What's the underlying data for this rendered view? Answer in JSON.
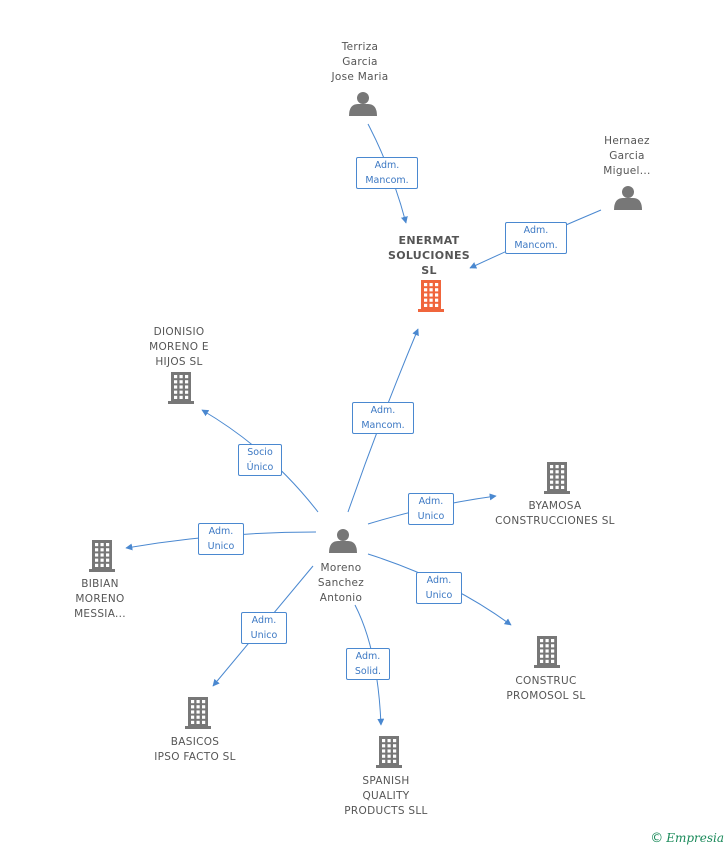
{
  "colors": {
    "edge": "#4a88d0",
    "person": "#777777",
    "company": "#777777",
    "main_company": "#f0653c",
    "label_border": "#4a88d0"
  },
  "nodes": [
    {
      "id": "terriza",
      "type": "person",
      "lines": [
        "Terriza",
        "Garcia",
        "Jose Maria"
      ]
    },
    {
      "id": "hernaez",
      "type": "person",
      "lines": [
        "Hernaez",
        "Garcia",
        "Miguel..."
      ]
    },
    {
      "id": "enermat",
      "type": "main-company",
      "lines": [
        "ENERMAT",
        "SOLUCIONES",
        "SL"
      ]
    },
    {
      "id": "dionisio",
      "type": "company",
      "lines": [
        "DIONISIO",
        "MORENO E",
        "HIJOS SL"
      ]
    },
    {
      "id": "moreno",
      "type": "person",
      "lines": [
        "Moreno",
        "Sanchez",
        "Antonio"
      ]
    },
    {
      "id": "byamosa",
      "type": "company",
      "lines": [
        "BYAMOSA",
        "CONSTRUCCIONES SL"
      ]
    },
    {
      "id": "bibian",
      "type": "company",
      "lines": [
        "BIBIAN",
        "MORENO",
        "MESSIA..."
      ]
    },
    {
      "id": "construc",
      "type": "company",
      "lines": [
        "CONSTRUC",
        "PROMOSOL SL"
      ]
    },
    {
      "id": "basicos",
      "type": "company",
      "lines": [
        "BASICOS",
        "IPSO FACTO SL"
      ]
    },
    {
      "id": "spanish",
      "type": "company",
      "lines": [
        "SPANISH",
        "QUALITY",
        "PRODUCTS SLL"
      ]
    }
  ],
  "edges": [
    {
      "from": "terriza",
      "to": "enermat",
      "label": [
        "Adm.",
        "Mancom."
      ]
    },
    {
      "from": "hernaez",
      "to": "enermat",
      "label": [
        "Adm.",
        "Mancom."
      ]
    },
    {
      "from": "moreno",
      "to": "enermat",
      "label": [
        "Adm.",
        "Mancom."
      ]
    },
    {
      "from": "moreno",
      "to": "dionisio",
      "label": [
        "Socio",
        "Único"
      ]
    },
    {
      "from": "moreno",
      "to": "byamosa",
      "label": [
        "Adm.",
        "Unico"
      ]
    },
    {
      "from": "moreno",
      "to": "bibian",
      "label": [
        "Adm.",
        "Unico"
      ]
    },
    {
      "from": "moreno",
      "to": "construc",
      "label": [
        "Adm.",
        "Unico"
      ]
    },
    {
      "from": "moreno",
      "to": "basicos",
      "label": [
        "Adm.",
        "Unico"
      ]
    },
    {
      "from": "moreno",
      "to": "spanish",
      "label": [
        "Adm.",
        "Solid."
      ]
    }
  ],
  "brand": {
    "copyright": "©",
    "name": "Empresia"
  }
}
